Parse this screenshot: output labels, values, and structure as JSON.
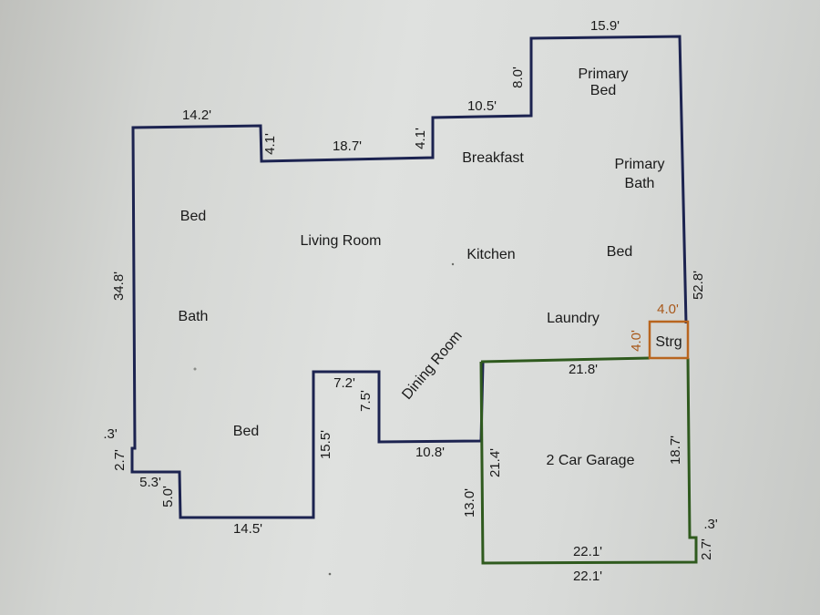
{
  "colors": {
    "main_wall": "#1c2350",
    "garage_wall": "#2f5a1e",
    "storage_wall": "#b8651f",
    "storage_text": "#a8581a",
    "label_text": "#1a1a1a"
  },
  "rooms": {
    "primary_bed_line1": "Primary",
    "primary_bed_line2": "Bed",
    "breakfast": "Breakfast",
    "primary_bath_line1": "Primary",
    "primary_bath_line2": "Bath",
    "bed_upper_left": "Bed",
    "living_room": "Living Room",
    "kitchen": "Kitchen",
    "bed_right": "Bed",
    "bath_left": "Bath",
    "laundry": "Laundry",
    "storage": "Strg",
    "dining_room": "Dining Room",
    "bed_lower_left": "Bed",
    "garage": "2 Car Garage"
  },
  "dimensions": {
    "top_primary": "15.9'",
    "primary_step_vertical": "8.0'",
    "breakfast_top": "10.5'",
    "top_left": "14.2'",
    "left_step_down": "4.1'",
    "top_middle": "18.7'",
    "middle_step_up": "4.1'",
    "right_side": "52.8'",
    "left_side": "34.8'",
    "storage_width": "4.0'",
    "storage_height": "4.0'",
    "garage_top": "21.8'",
    "left_jog_small": ".3'",
    "left_jog_vertical": "2.7'",
    "lower_left_horizontal": "5.3'",
    "lower_left_vertical": "5.0'",
    "bottom_left": "14.5'",
    "bed_right_wall": "15.5'",
    "dining_notch_top": "7.2'",
    "dining_notch_vertical": "7.5'",
    "dining_bottom": "10.8'",
    "garage_left_inner": "21.4'",
    "garage_left_outer": "13.0'",
    "garage_right": "18.7'",
    "garage_bottom_inner": "22.1'",
    "garage_bottom_outer": "22.1'",
    "garage_jog_small": ".3'",
    "garage_jog_vertical": "2.7'"
  }
}
